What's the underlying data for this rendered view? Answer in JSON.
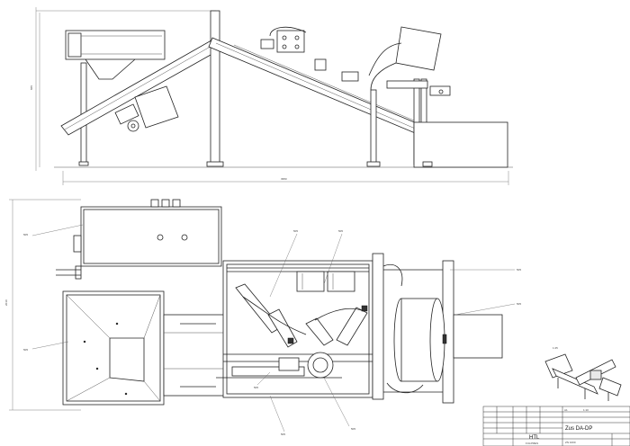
{
  "title_block": {
    "company": "HTL",
    "company_sub": "FULPMES",
    "drawing_title": "Zus DA-DP",
    "drawing_number": "ZN 1000",
    "scale": "1:10",
    "sheet_size": "A1"
  },
  "dimensions": {
    "side_height": "865",
    "side_length": "3950",
    "top_height": "2010"
  },
  "callouts": {
    "c1": "505",
    "c2": "505",
    "c3": "505",
    "c4": "505",
    "c5": "505",
    "c6": "505",
    "c7": "505",
    "c8": "505",
    "c9": "505"
  },
  "iso_view": {
    "scale": "1:25"
  }
}
